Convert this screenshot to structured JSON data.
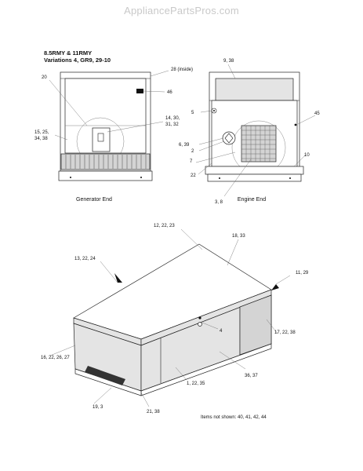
{
  "watermark": "AppliancePartsPros.com",
  "header": {
    "model": "8.5RMY & 11RMY",
    "variations": "Variations 4, GR9, 29-10"
  },
  "generator_end": {
    "caption": "Generator End",
    "callouts": [
      "20",
      "28 (inside)",
      "46",
      "15, 25,",
      "34, 38",
      "14, 30,",
      "31, 32"
    ]
  },
  "engine_end": {
    "caption": "Engine End",
    "callouts": [
      "9, 38",
      "5",
      "45",
      "6, 39",
      "2",
      "7",
      "22",
      "10",
      "3, 8"
    ]
  },
  "enclosure": {
    "callouts": [
      "12, 22, 23",
      "18, 33",
      "13, 22, 24",
      "11, 29",
      "4",
      "17, 22, 38",
      "16, 22, 26, 27",
      "36, 37",
      "1, 22, 35",
      "19, 3",
      "21, 38"
    ],
    "note": "Items not shown: 40, 41, 42, 44"
  }
}
